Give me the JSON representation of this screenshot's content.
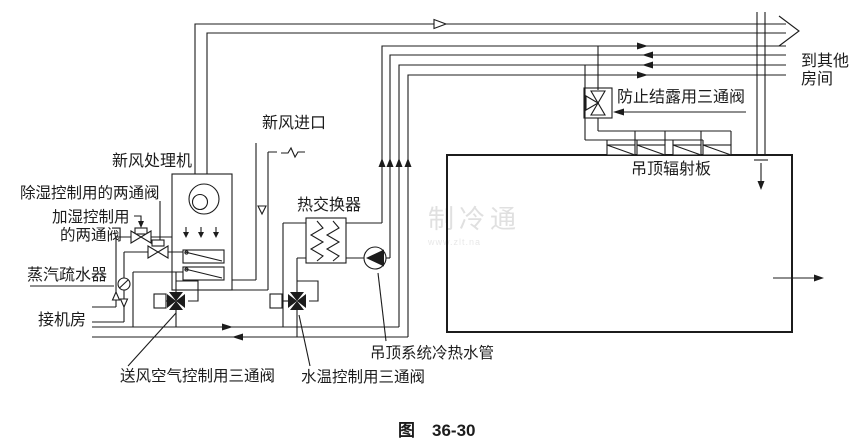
{
  "diagram": {
    "labels": {
      "fresh_air_unit": "新风处理机",
      "fresh_air_inlet": "新风进口",
      "dehumidification_valve": "除湿控制用的两通阀",
      "humidification_valve_line1": "加湿控制用",
      "humidification_valve_line2": "的两通阀",
      "steam_trap": "蒸汽疏水器",
      "machine_room": "接机房",
      "supply_air_control_valve": "送风空气控制用三通阀",
      "heat_exchanger": "热交换器",
      "water_temp_control_valve": "水温控制用三通阀",
      "ceiling_water_pipes": "吊顶系统冷热水管",
      "anti_condensation_valve": "防止结露用三通阀",
      "ceiling_radiant_panel": "吊顶辐射板",
      "to_other_rooms_line1": "到其他",
      "to_other_rooms_line2": "房间"
    },
    "caption": {
      "prefix": "图",
      "number": "36-30"
    },
    "watermark": {
      "name": "制冷通",
      "url": "www.zlt.na"
    },
    "colors": {
      "line": "#1c1c1c",
      "background": "#ffffff",
      "watermark": "#e0e0e0"
    }
  }
}
